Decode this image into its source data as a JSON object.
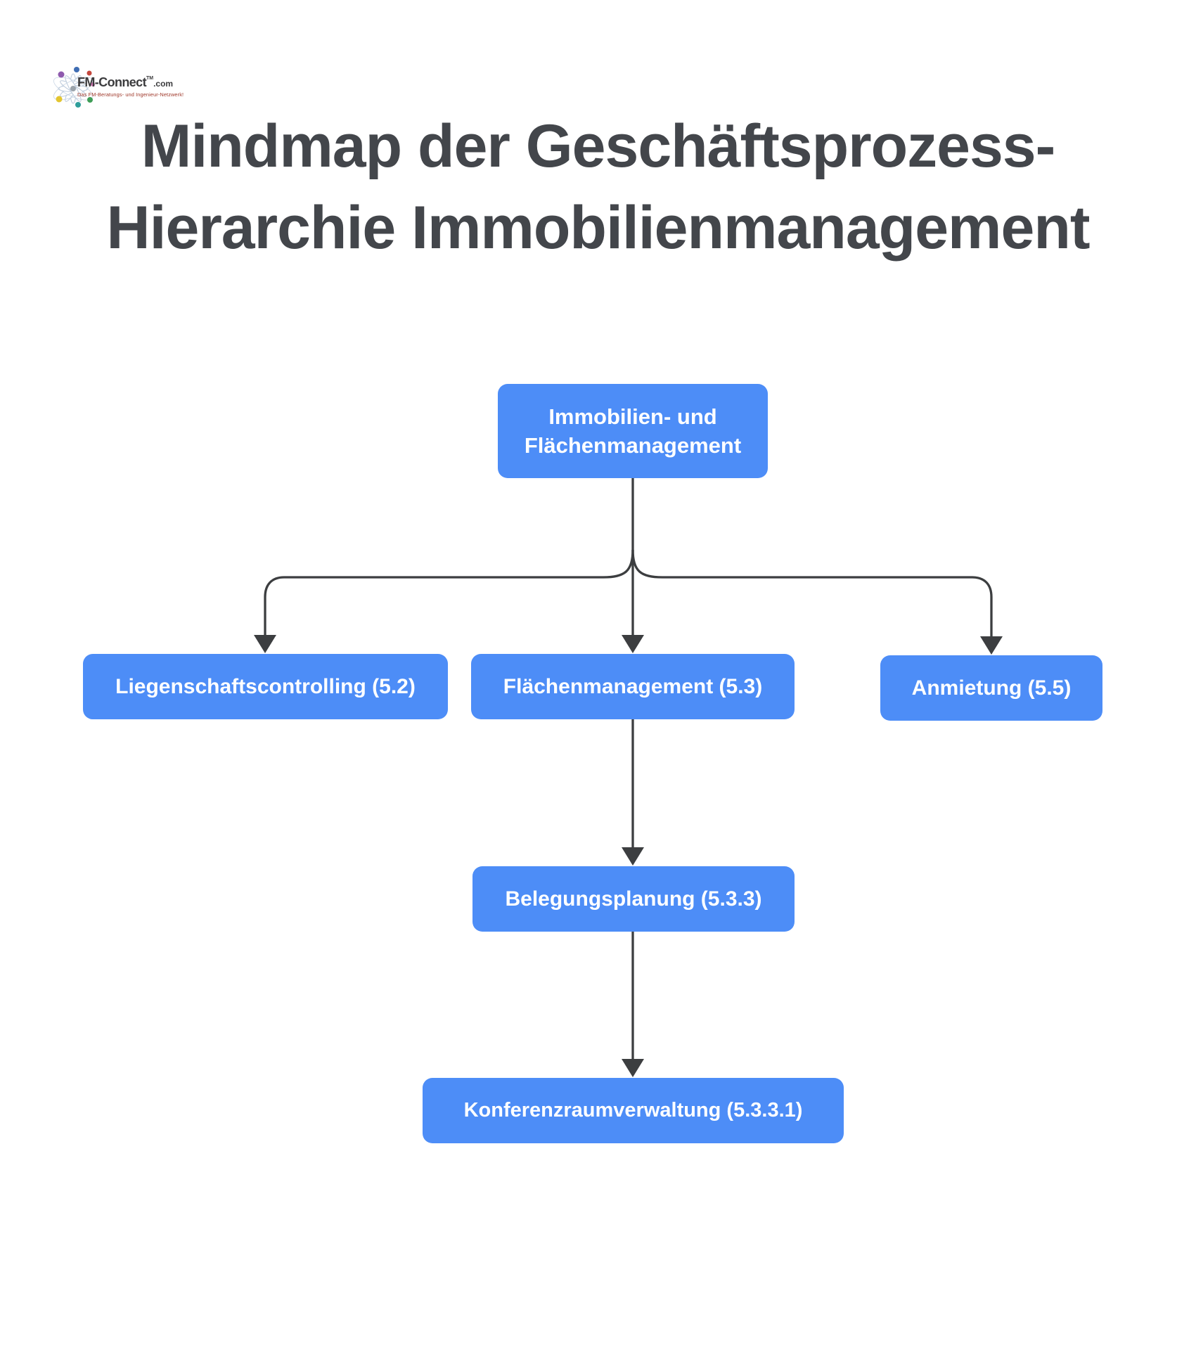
{
  "colors": {
    "node-fill": "#4D8DF7",
    "node-text": "#FFFFFF",
    "connector": "#3C3E40",
    "title": "#43464B"
  },
  "logo": {
    "brand": "FM-Connect",
    "tld": ".com",
    "trademark": "TM",
    "tagline": "Das FM-Beratungs- und Ingenieur-Netzwerk!"
  },
  "title": {
    "line1": "Mindmap der Geschäftsprozess-",
    "line2": "Hierarchie Immobilienmanagement"
  },
  "nodes": {
    "root": {
      "line1": "Immobilien- und",
      "line2": "Flächenmanagement"
    },
    "liegenschaftscontrolling": {
      "label": "Liegenschaftscontrolling (5.2)"
    },
    "flaechenmanagement": {
      "label": "Flächenmanagement (5.3)"
    },
    "anmietung": {
      "label": "Anmietung (5.5)"
    },
    "belegungsplanung": {
      "label": "Belegungsplanung (5.3.3)"
    },
    "konferenzraumverwaltung": {
      "label": "Konferenzraumverwaltung (5.3.3.1)"
    }
  }
}
